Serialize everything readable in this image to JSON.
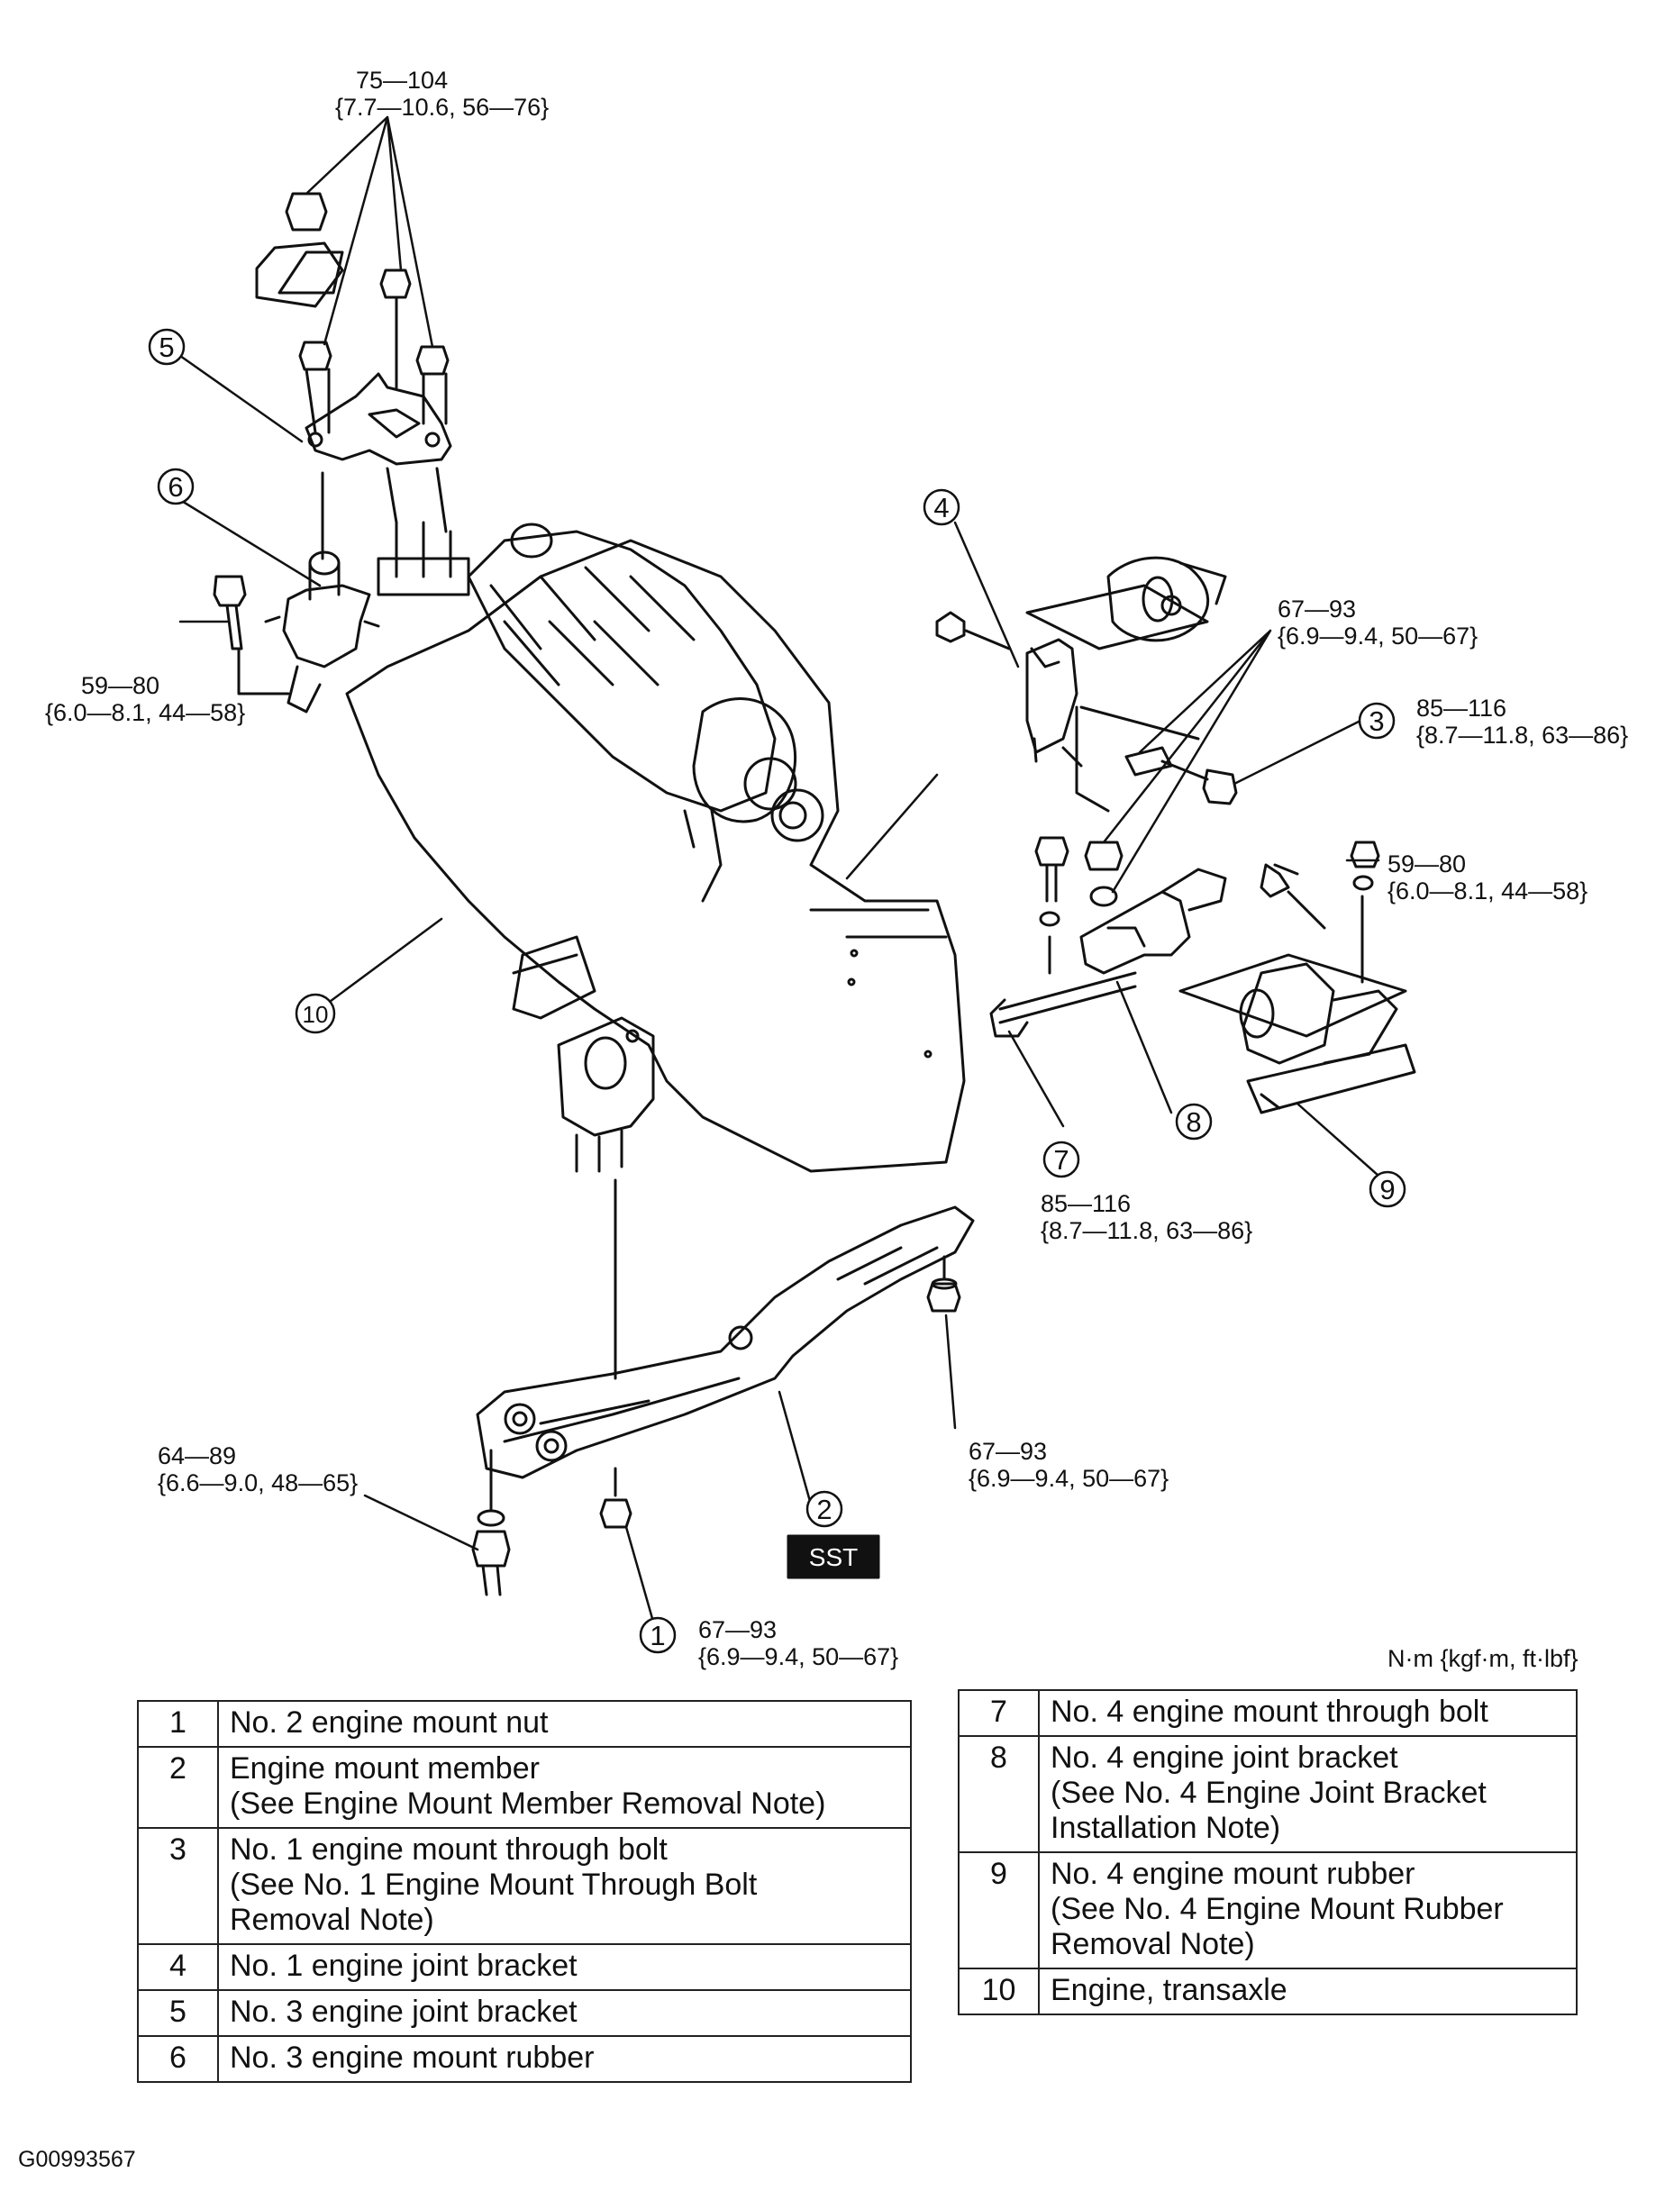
{
  "torque_specs": {
    "t75": {
      "nm": "75—104",
      "alt": "{7.7—10.6, 56—76}"
    },
    "t59_left": {
      "nm": "59—80",
      "alt": "{6.0—8.1, 44—58}"
    },
    "t67_top": {
      "nm": "67—93",
      "alt": "{6.9—9.4, 50—67}"
    },
    "t85_top": {
      "nm": "85—116",
      "alt": "{8.7—11.8, 63—86}"
    },
    "t59_right": {
      "nm": "59—80",
      "alt": "{6.0—8.1, 44—58}"
    },
    "t85_bottom": {
      "nm": "85—116",
      "alt": "{8.7—11.8, 63—86}"
    },
    "t67_mid": {
      "nm": "67—93",
      "alt": "{6.9—9.4, 50—67}"
    },
    "t64": {
      "nm": "64—89",
      "alt": "{6.6—9.0, 48—65}"
    },
    "t67_bottom": {
      "nm": "67—93",
      "alt": "{6.9—9.4, 50—67}"
    }
  },
  "callouts": [
    "1",
    "2",
    "3",
    "4",
    "5",
    "6",
    "7",
    "8",
    "9",
    "10"
  ],
  "sst_label": "SST",
  "units_label": "N·m {kgf·m, ft·lbf}",
  "figure_code": "G00993567",
  "parts_left": [
    {
      "no": "1",
      "lines": [
        "No. 2 engine mount nut"
      ]
    },
    {
      "no": "2",
      "lines": [
        "Engine mount member",
        "(See Engine Mount Member Removal Note)"
      ]
    },
    {
      "no": "3",
      "lines": [
        "No. 1 engine mount through bolt",
        "(See No. 1 Engine Mount Through Bolt",
        "Removal Note)"
      ]
    },
    {
      "no": "4",
      "lines": [
        "No. 1 engine joint bracket"
      ]
    },
    {
      "no": "5",
      "lines": [
        "No. 3 engine joint bracket"
      ]
    },
    {
      "no": "6",
      "lines": [
        "No. 3 engine mount rubber"
      ]
    }
  ],
  "parts_right": [
    {
      "no": "7",
      "lines": [
        "No. 4 engine mount through bolt"
      ]
    },
    {
      "no": "8",
      "lines": [
        "No. 4 engine joint bracket",
        "(See No. 4 Engine Joint Bracket",
        "Installation Note)"
      ]
    },
    {
      "no": "9",
      "lines": [
        "No. 4 engine mount rubber",
        "(See No. 4 Engine Mount Rubber",
        "Removal Note)"
      ]
    },
    {
      "no": "10",
      "lines": [
        "Engine, transaxle"
      ]
    }
  ]
}
